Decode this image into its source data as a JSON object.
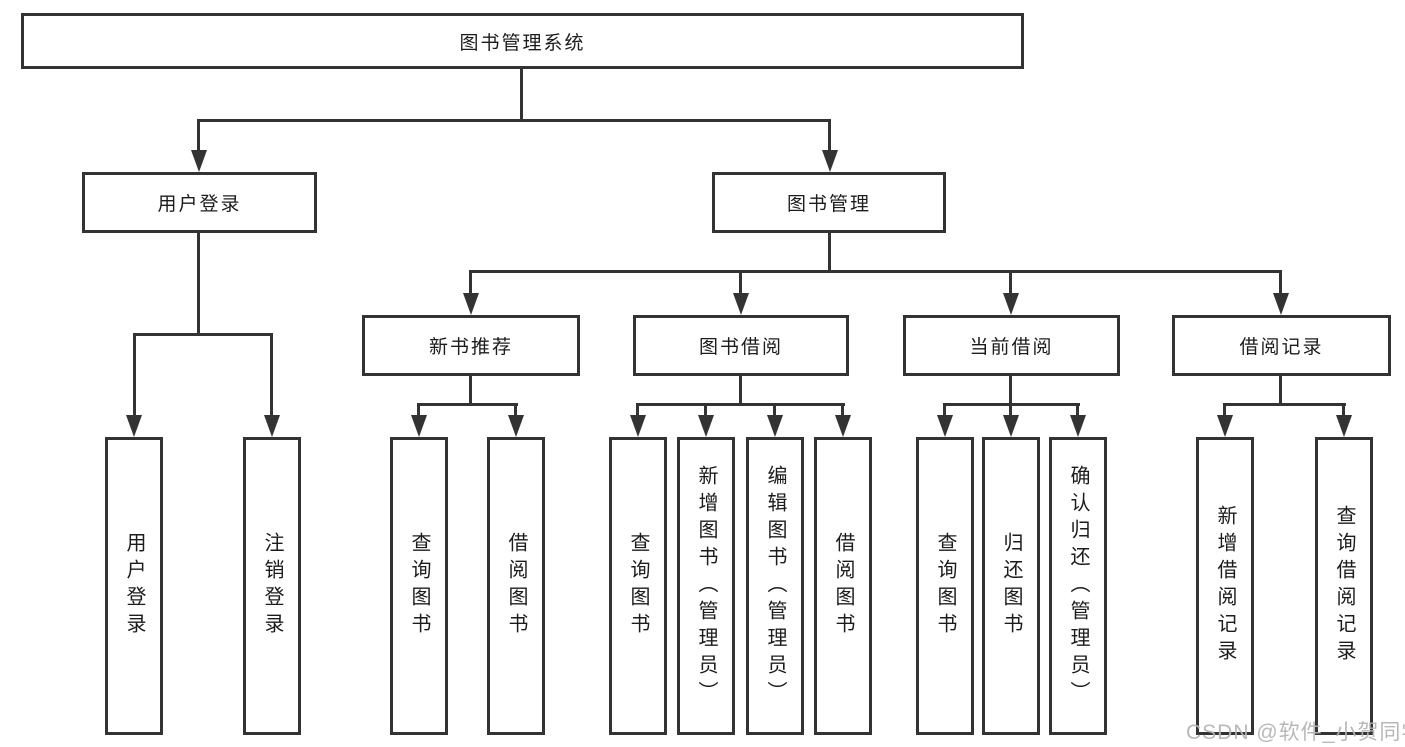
{
  "tree": {
    "root": {
      "label": "图书管理系统"
    },
    "branches": [
      {
        "label": "用户登录",
        "children": [
          {
            "label": "用户登录"
          },
          {
            "label": "注销登录"
          }
        ]
      },
      {
        "label": "图书管理",
        "children": [
          {
            "label": "新书推荐",
            "children": [
              {
                "label": "查询图书"
              },
              {
                "label": "借阅图书"
              }
            ]
          },
          {
            "label": "图书借阅",
            "children": [
              {
                "label": "查询图书"
              },
              {
                "label": "新增图书（管理员）"
              },
              {
                "label": "编辑图书（管理员）"
              },
              {
                "label": "借阅图书"
              }
            ]
          },
          {
            "label": "当前借阅",
            "children": [
              {
                "label": "查询图书"
              },
              {
                "label": "归还图书"
              },
              {
                "label": "确认归还（管理员）"
              }
            ]
          },
          {
            "label": "借阅记录",
            "children": [
              {
                "label": "新增借阅记录"
              },
              {
                "label": "查询借阅记录"
              }
            ]
          }
        ]
      }
    ]
  },
  "watermark": {
    "text": "CSDN @软件_小贺同学"
  },
  "colors": {
    "line": "#333333",
    "text": "#1c1c1c",
    "background": "#ffffff",
    "watermark": "#b5b5b5"
  }
}
